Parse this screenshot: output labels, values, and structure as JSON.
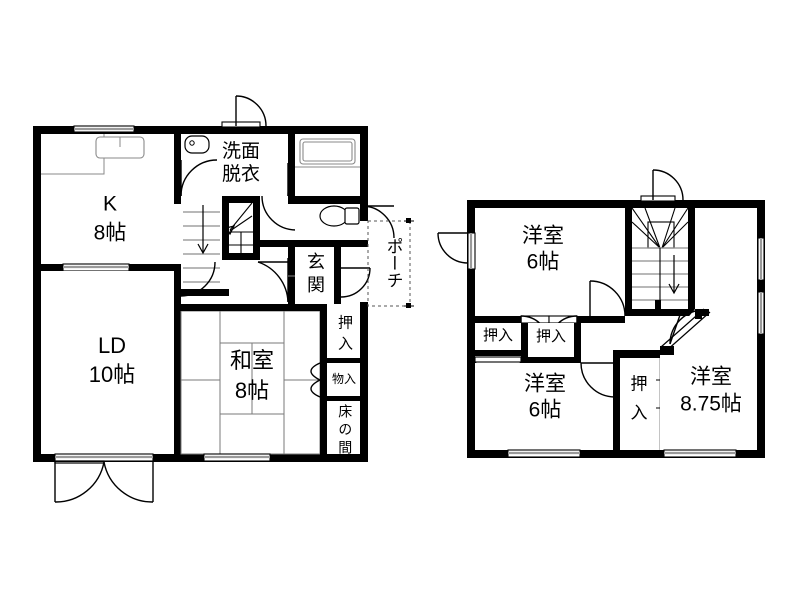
{
  "document": {
    "type": "residential-floor-plan",
    "floors": 2,
    "line_color": "#000000",
    "background_color": "#ffffff",
    "accent_gray": "#8d8d8d"
  },
  "floor1": {
    "rooms": [
      {
        "id": "kitchen",
        "name": "K",
        "size": "8帖",
        "label_line1": "K",
        "label_line2": "8帖"
      },
      {
        "id": "living",
        "name": "LD",
        "size": "10帖",
        "label_line1": "LD",
        "label_line2": "10帖"
      },
      {
        "id": "washitsu",
        "name": "和室",
        "size": "8帖",
        "label_line1": "和室",
        "label_line2": "8帖"
      }
    ],
    "spaces": [
      {
        "id": "senmen-datsui",
        "label_line1": "洗面",
        "label_line2": "脱衣"
      },
      {
        "id": "genkan",
        "label_line1": "玄",
        "label_line2": "関"
      },
      {
        "id": "porch",
        "label": "ポーチ"
      },
      {
        "id": "oshiire-1f",
        "label_line1": "押",
        "label_line2": "入"
      },
      {
        "id": "mono-ire",
        "label": "物入"
      },
      {
        "id": "tokonoma",
        "label_line1": "床",
        "label_line2": "の",
        "label_line3": "間"
      }
    ]
  },
  "floor2": {
    "rooms": [
      {
        "id": "yoshitsu-top",
        "name": "洋室",
        "size": "6帖",
        "label_line1": "洋室",
        "label_line2": "6帖"
      },
      {
        "id": "yoshitsu-bottom",
        "name": "洋室",
        "size": "6帖",
        "label_line1": "洋室",
        "label_line2": "6帖"
      },
      {
        "id": "yoshitsu-right",
        "name": "洋室",
        "size": "8.75帖",
        "label_line1": "洋室",
        "label_line2": "8.75帖"
      }
    ],
    "spaces": [
      {
        "id": "oshiire-a",
        "label_line1": "押",
        "label_line2": "入"
      },
      {
        "id": "oshiire-b",
        "label_line1": "押",
        "label_line2": "入"
      },
      {
        "id": "oshiire-c",
        "label_line1": "押",
        "label_line2": "入"
      }
    ]
  },
  "icons": {
    "stair_down_arrow_1f": "arrow-down-icon",
    "stair_down_arrow_2f": "arrow-down-icon",
    "sink": "sink-icon",
    "bathtub": "bathtub-icon",
    "toilet": "toilet-icon",
    "kitchen_counter": "kitchen-counter-icon"
  }
}
